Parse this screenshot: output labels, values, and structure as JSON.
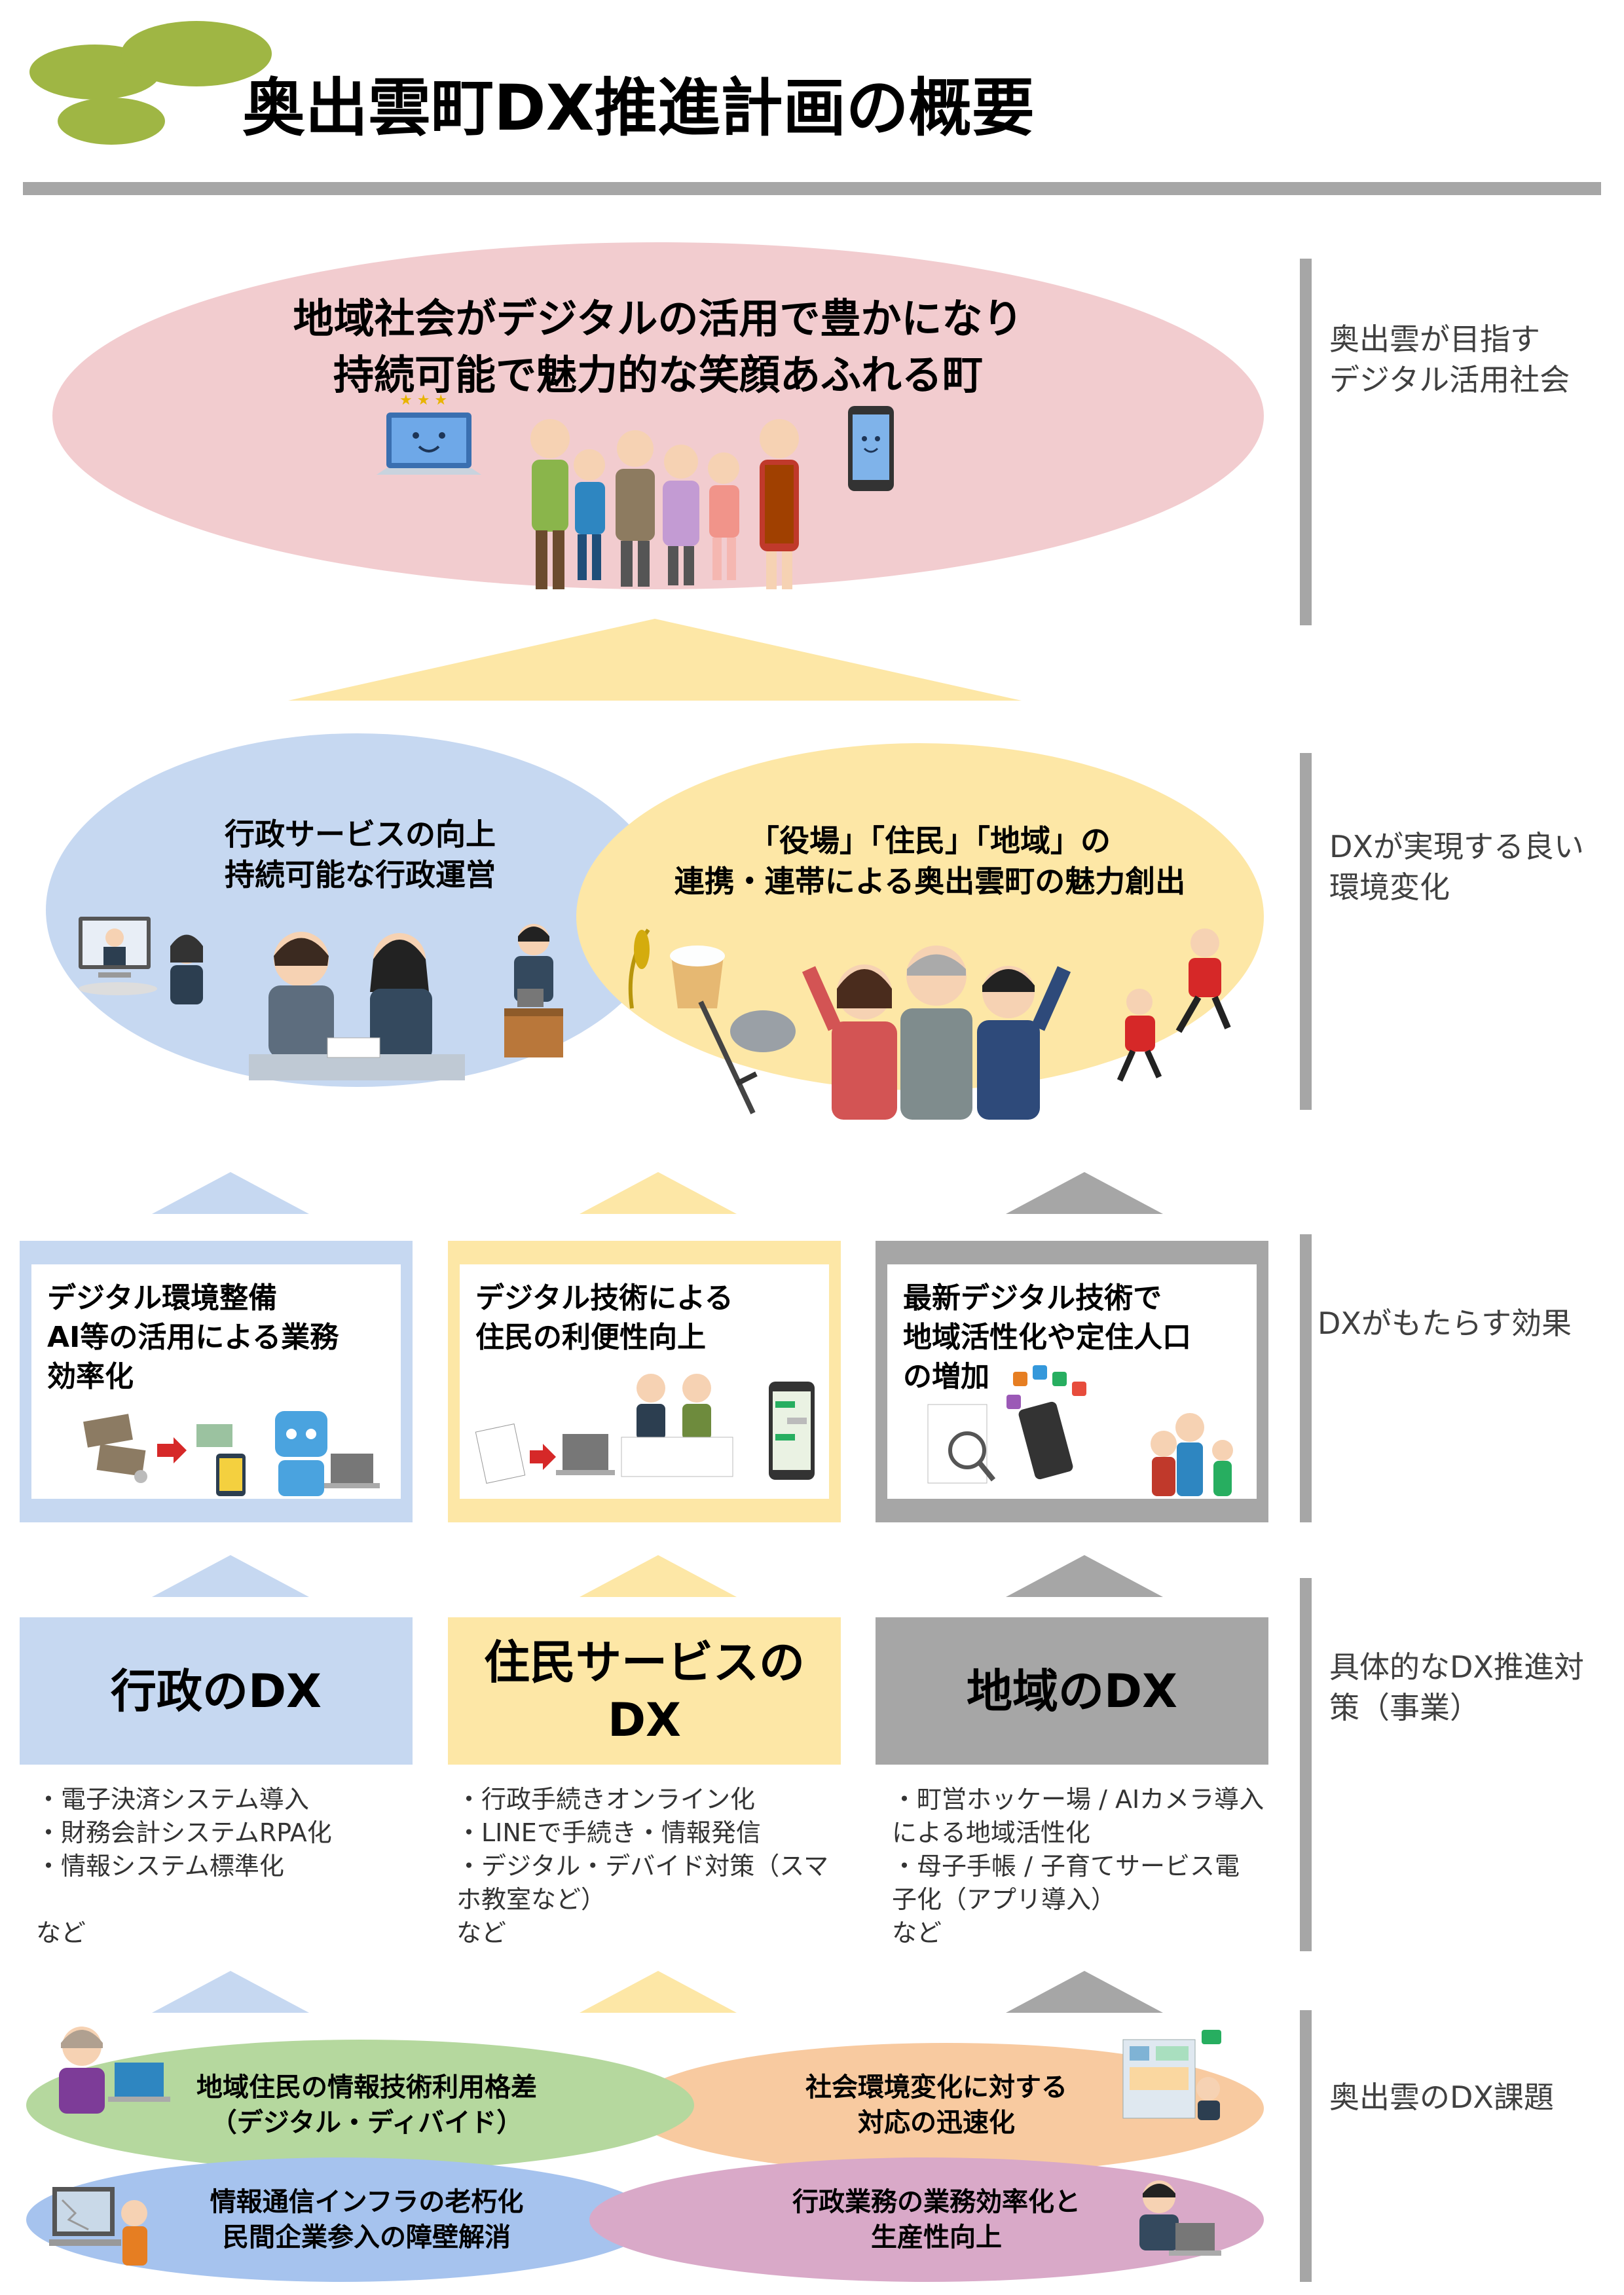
{
  "header": {
    "title": "奥出雲町DX推進計画の概要"
  },
  "colors": {
    "logo_green": "#9fb644",
    "rule_gray": "#a6a6a6",
    "vision_pink": "#f2cccf",
    "blue": "#c6d8f1",
    "yellow": "#fde7a6",
    "gray": "#a6a6a6",
    "green_issue": "#b5d89e",
    "orange_issue": "#f8caa0",
    "blue_issue": "#a6c3ee",
    "purple_issue": "#d9a9c8"
  },
  "vision": {
    "text": "地域社会がデジタルの活用で豊かになり\n持続可能で魅力的な笑顔あふれる町"
  },
  "change": {
    "left_text": "行政サービスの向上\n持続可能な行政運営",
    "right_text": "「役場」「住民」「地域」の\n連携・連帯による奥出雲町の魅力創出"
  },
  "effects": [
    {
      "text": "デジタル環境整備\nAI等の活用による業務\n効率化"
    },
    {
      "text": "デジタル技術による\n住民の利便性向上"
    },
    {
      "text": "最新デジタル技術で\n地域活性化や定住人口\nの増加"
    }
  ],
  "measures": [
    {
      "title": "行政のDX",
      "items": "・電子決済システム導入\n・財務会計システムRPA化\n・情報システム標準化\n\nなど"
    },
    {
      "title": "住民サービスの\nDX",
      "items": "・行政手続きオンライン化\n・LINEで手続き・情報発信\n・デジタル・デバイド対策（スマ\nホ教室など）\nなど"
    },
    {
      "title": "地域のDX",
      "items": "・町営ホッケー場 / AIカメラ導入\nによる地域活性化\n・母子手帳 / 子育てサービス電\n子化（アプリ導入）\nなど"
    }
  ],
  "issues": [
    {
      "text": "地域住民の情報技術利用格差\n（デジタル・ディバイド）"
    },
    {
      "text": "社会環境変化に対する\n対応の迅速化"
    },
    {
      "text": "情報通信インフラの老朽化\n民間企業参入の障壁解消"
    },
    {
      "text": "行政業務の業務効率化と\n生産性向上"
    }
  ],
  "side_labels": {
    "vision": "奥出雲が目指す\nデジタル活用社会",
    "change": "DXが実現する良い\n環境変化",
    "effects": "DXがもたらす効果",
    "measures": "具体的なDX推進対\n策（事業）",
    "issues": "奥出雲のDX課題"
  }
}
